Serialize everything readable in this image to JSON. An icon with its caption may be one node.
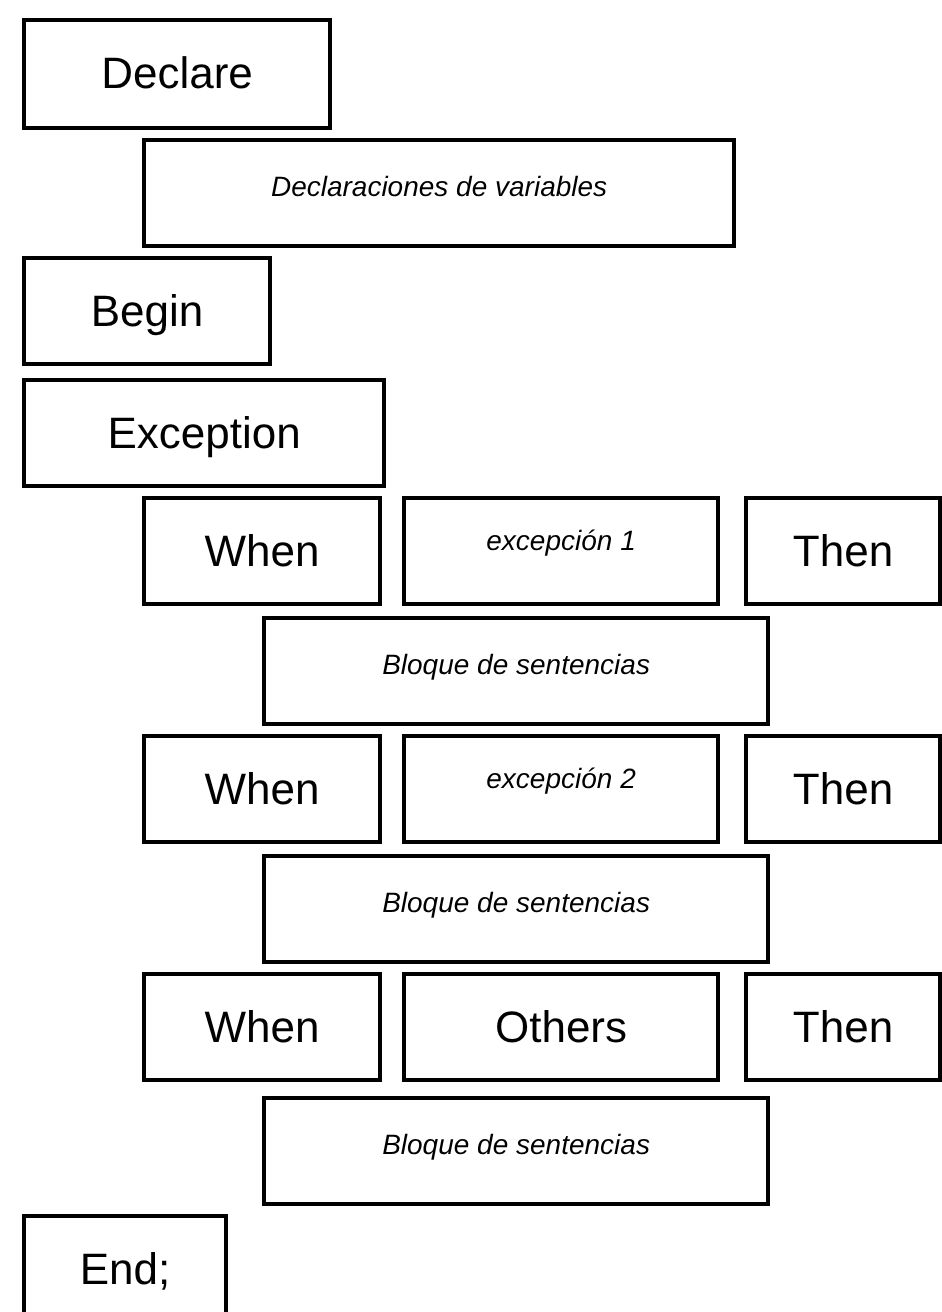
{
  "diagram": {
    "nodes": [
      {
        "text": [
          "Declare"
        ]
      },
      {
        "text": [
          "Declaraciones de variables"
        ]
      },
      {
        "text": [
          "Begin"
        ]
      },
      {
        "text": [
          "Exception"
        ]
      },
      {
        "text": [
          "When"
        ]
      },
      {
        "text": [
          "excepción 1"
        ]
      },
      {
        "text": [
          "Then"
        ]
      },
      {
        "text": [
          "Bloque de sentencias"
        ]
      },
      {
        "text": [
          "When"
        ]
      },
      {
        "text": [
          "excepción 2"
        ]
      },
      {
        "text": [
          "Then"
        ]
      },
      {
        "text": [
          "Bloque de sentencias"
        ]
      },
      {
        "text": [
          "When"
        ]
      },
      {
        "text": [
          "Others"
        ]
      },
      {
        "text": [
          "Then"
        ]
      },
      {
        "text": [
          "Bloque de sentencias"
        ]
      },
      {
        "text": [
          "End;"
        ]
      }
    ]
  }
}
